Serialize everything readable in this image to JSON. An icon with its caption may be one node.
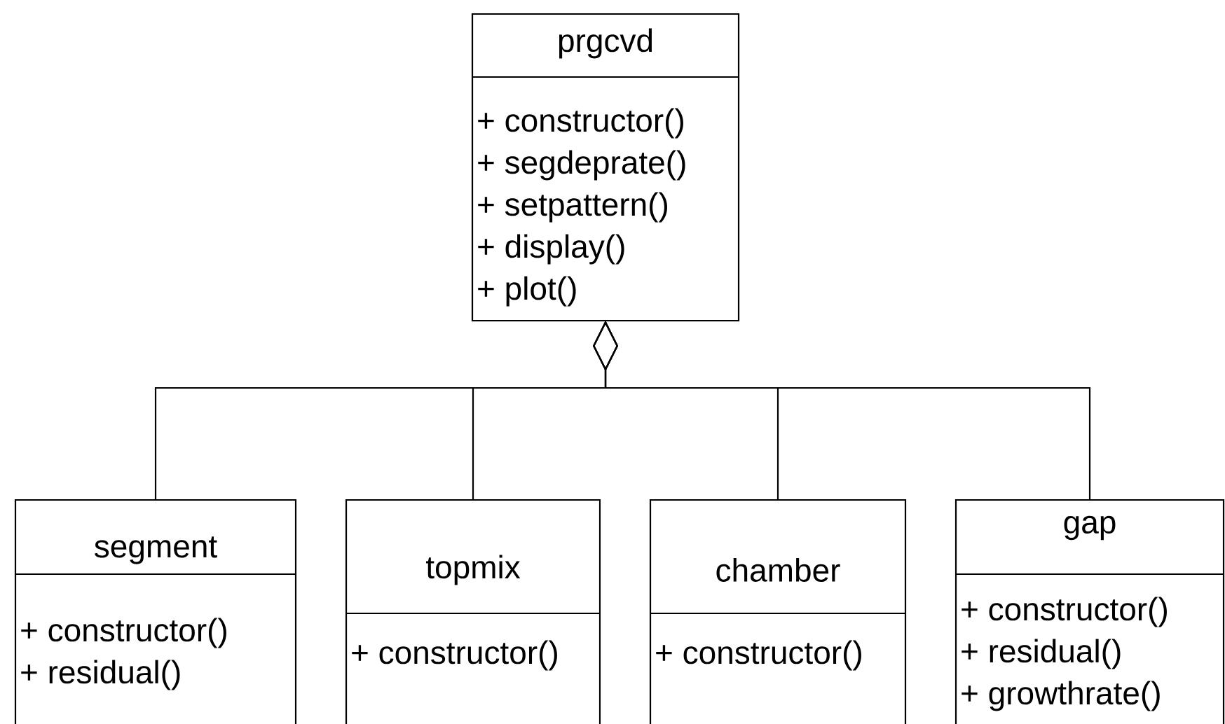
{
  "diagram": {
    "nodes": [
      {
        "text": [
          "prgcvd",
          "+ constructor()",
          "+ segdeprate()",
          "+ setpattern()",
          "+ display()",
          "+ plot()"
        ]
      },
      {
        "text": [
          "segment",
          "+ constructor()",
          "+ residual()"
        ]
      },
      {
        "text": [
          "topmix",
          "+ constructor()"
        ]
      },
      {
        "text": [
          "chamber",
          "+ constructor()"
        ]
      },
      {
        "text": [
          "gap",
          "+ constructor()",
          "+ residual()",
          "+ growthrate()"
        ]
      }
    ],
    "edges": [
      {
        "from": 1,
        "to": 0,
        "arrow": "other"
      },
      {
        "from": 2,
        "to": 0,
        "arrow": "other"
      },
      {
        "from": 3,
        "to": 0,
        "arrow": "other"
      },
      {
        "from": 4,
        "to": 0,
        "arrow": "other"
      }
    ]
  }
}
